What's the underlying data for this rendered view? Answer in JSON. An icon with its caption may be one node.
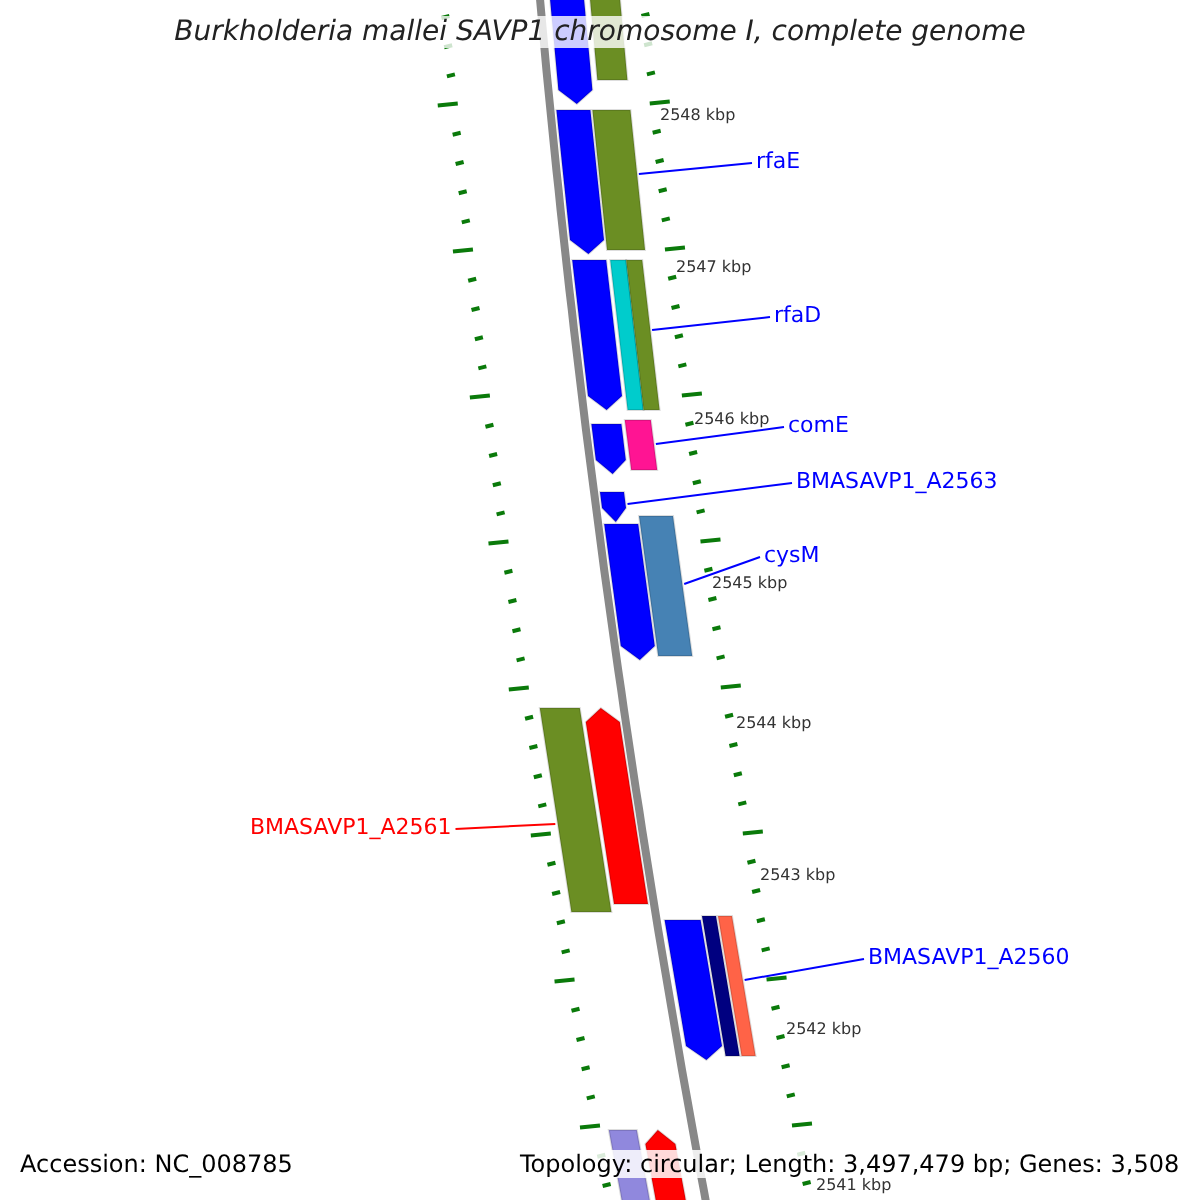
{
  "diagram": {
    "title": "Burkholderia mallei SAVP1 chromosome I, complete genome",
    "nodes": [
      {
        "text": [
          "rfaE"
        ]
      },
      {
        "text": [
          "rfaD"
        ]
      },
      {
        "text": [
          "comE"
        ]
      },
      {
        "text": [
          "BMASAVP1_A2563"
        ]
      },
      {
        "text": [
          "cysM"
        ]
      },
      {
        "text": [
          "BMASAVP1_A2561"
        ]
      },
      {
        "text": [
          "BMASAVP1_A2560"
        ]
      },
      {
        "text": [],
        "shape": "bar"
      },
      {
        "text": [],
        "shape": "bar"
      },
      {
        "text": [],
        "shape": "bar"
      },
      {
        "text": [],
        "shape": "bar"
      },
      {
        "text": [],
        "shape": "bar"
      },
      {
        "text": [],
        "shape": "bar"
      },
      {
        "text": [],
        "shape": "bar"
      },
      {
        "text": [],
        "shape": "bar"
      },
      {
        "text": [],
        "shape": "bar"
      },
      {
        "text": [],
        "shape": "bar"
      },
      {
        "text": [],
        "shape": "bar"
      },
      {
        "text": [],
        "shape": "bar"
      },
      {
        "text": [],
        "shape": "bar"
      },
      {
        "text": [],
        "shape": "bar"
      },
      {
        "text": [],
        "shape": "bar"
      },
      {
        "text": [],
        "shape": "bar"
      },
      {
        "text": [],
        "shape": "bar"
      },
      {
        "text": [],
        "shape": "bar"
      },
      {
        "text": [],
        "shape": "bar"
      }
    ],
    "edges": [
      {
        "from": 0,
        "to": 10,
        "arrow": "none"
      },
      {
        "from": 1,
        "to": 13,
        "arrow": "none"
      },
      {
        "from": 2,
        "to": 15,
        "arrow": "none"
      },
      {
        "from": 3,
        "to": 16,
        "arrow": "none"
      },
      {
        "from": 4,
        "to": 18,
        "arrow": "none"
      },
      {
        "from": 5,
        "to": 19,
        "arrow": "none",
        "color": "#ff0000"
      },
      {
        "from": 6,
        "to": 23,
        "arrow": "none"
      }
    ],
    "labels": [
      "2548 kbp",
      "2547 kbp",
      "2546 kbp",
      "2545 kbp",
      "2544 kbp",
      "2543 kbp",
      "2542 kbp",
      "2541 kbp",
      "Accession: NC_008785",
      "Topology: circular; Length: 3,497,479 bp; Genes: 3,508"
    ]
  }
}
